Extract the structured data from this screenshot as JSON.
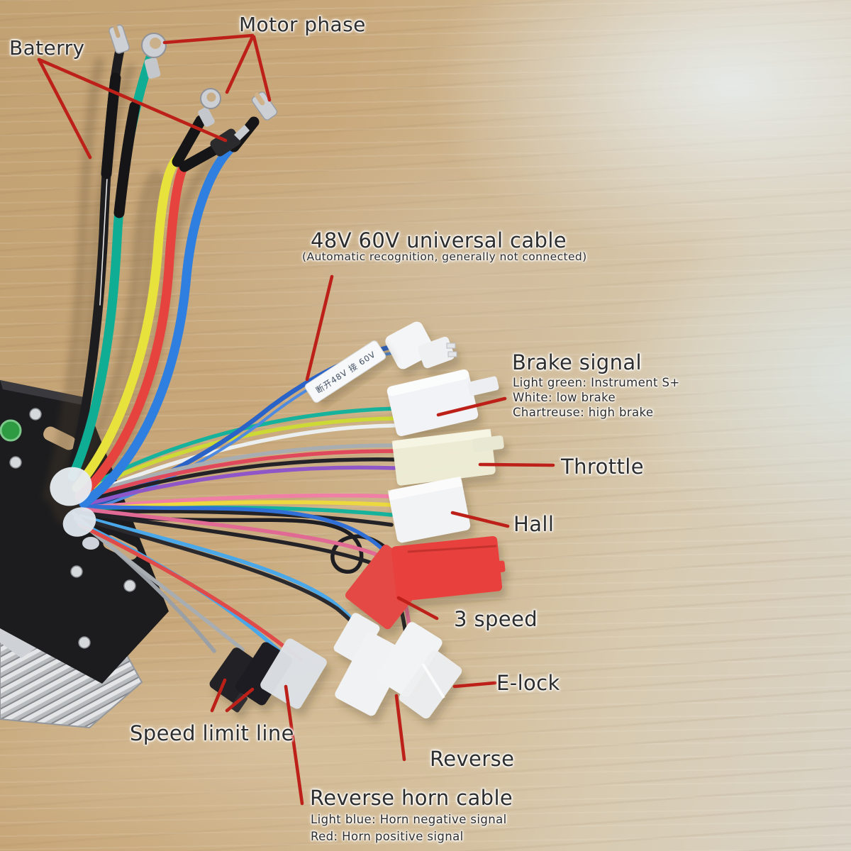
{
  "annotations": {
    "battery": {
      "label": "Baterry"
    },
    "motor_phase": {
      "label": "Motor phase"
    },
    "universal_cable": {
      "title": "48V 60V universal cable",
      "subtitle": "(Automatic recognition, generally not connected)"
    },
    "brake_signal": {
      "title": "Brake signal",
      "lines": [
        "Light green: Instrument S+",
        "White: low brake",
        "Chartreuse: high brake"
      ]
    },
    "throttle": {
      "label": "Throttle"
    },
    "hall": {
      "label": "Hall"
    },
    "three_speed": {
      "label": "3 speed"
    },
    "e_lock": {
      "label": "E-lock"
    },
    "reverse": {
      "label": "Reverse"
    },
    "speed_limit": {
      "label": "Speed limit line"
    },
    "reverse_horn": {
      "title": "Reverse horn cable",
      "lines": [
        "Light blue: Horn negative signal",
        "Red: Horn positive signal"
      ]
    }
  },
  "cable_sleeve": {
    "text": "断开48V 接 60V"
  },
  "colors": {
    "annotation_arrow": "#bd2018",
    "label_text": "#2d2d2d",
    "wire_battery_negative": "#1d1d20",
    "wire_battery_positive": "#e6433e",
    "wire_phase_green": "#0fae94",
    "wire_phase_yellow": "#e8e23c",
    "wire_phase_blue": "#2f7fe0",
    "connector_white": "#f2f3f5",
    "connector_red_3speed": "#e8413d",
    "connector_black_speed_limit": "#232326"
  }
}
